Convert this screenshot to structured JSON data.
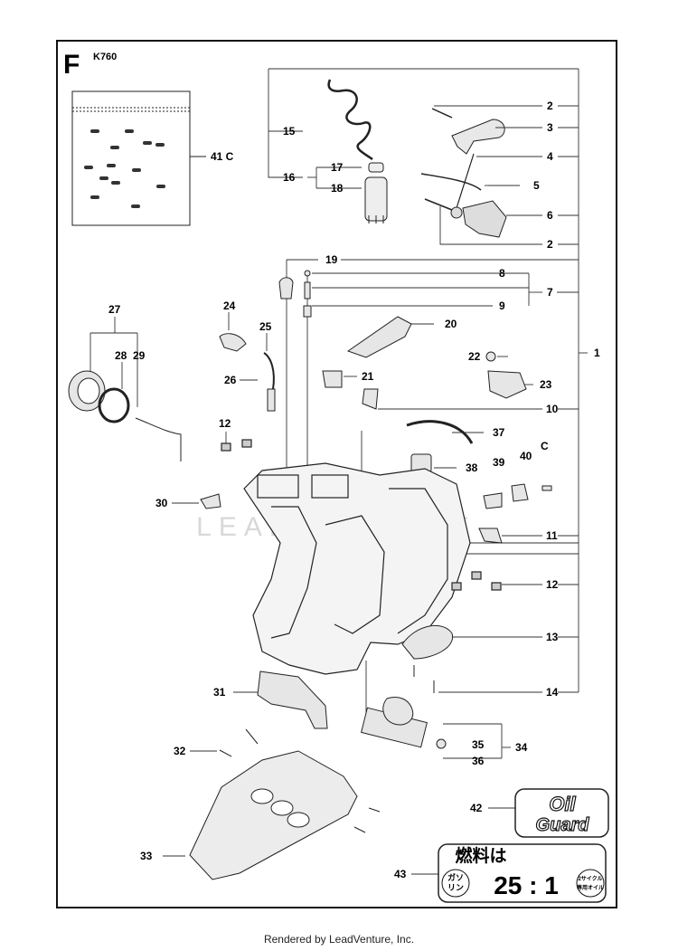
{
  "section_letter": "F",
  "model": "K760",
  "footer": "Rendered by LeadVenture, Inc.",
  "watermark": "LEADVENTURE",
  "labels": {
    "l1": "1",
    "l2a": "2",
    "l2b": "2",
    "l3": "3",
    "l4": "4",
    "l5": "5",
    "l6": "6",
    "l7": "7",
    "l8": "8",
    "l9": "9",
    "l10": "10",
    "l11": "11",
    "l12a": "12",
    "l12b": "12",
    "l13": "13",
    "l14": "14",
    "l15": "15",
    "l16": "16",
    "l17": "17",
    "l18": "18",
    "l19": "19",
    "l20": "20",
    "l21": "21",
    "l22": "22",
    "l23": "23",
    "l24": "24",
    "l25": "25",
    "l26": "26",
    "l27": "27",
    "l28": "28",
    "l29": "29",
    "l30": "30",
    "l31": "31",
    "l32": "32",
    "l33": "33",
    "l34": "34",
    "l35": "35",
    "l36": "36",
    "l37": "37",
    "l38": "38",
    "l39": "39",
    "l40": "40",
    "lC": "C",
    "l41": "41  C",
    "l42": "42",
    "l43": "43"
  },
  "decal_oil": {
    "line1": "Oil",
    "line2": "Guard"
  },
  "decal_fuel": {
    "title": "燃料は",
    "left1": "ガソ",
    "left2": "リン",
    "ratio": "25 : 1",
    "right1": "2サイクル",
    "right2": "専用オイル"
  }
}
